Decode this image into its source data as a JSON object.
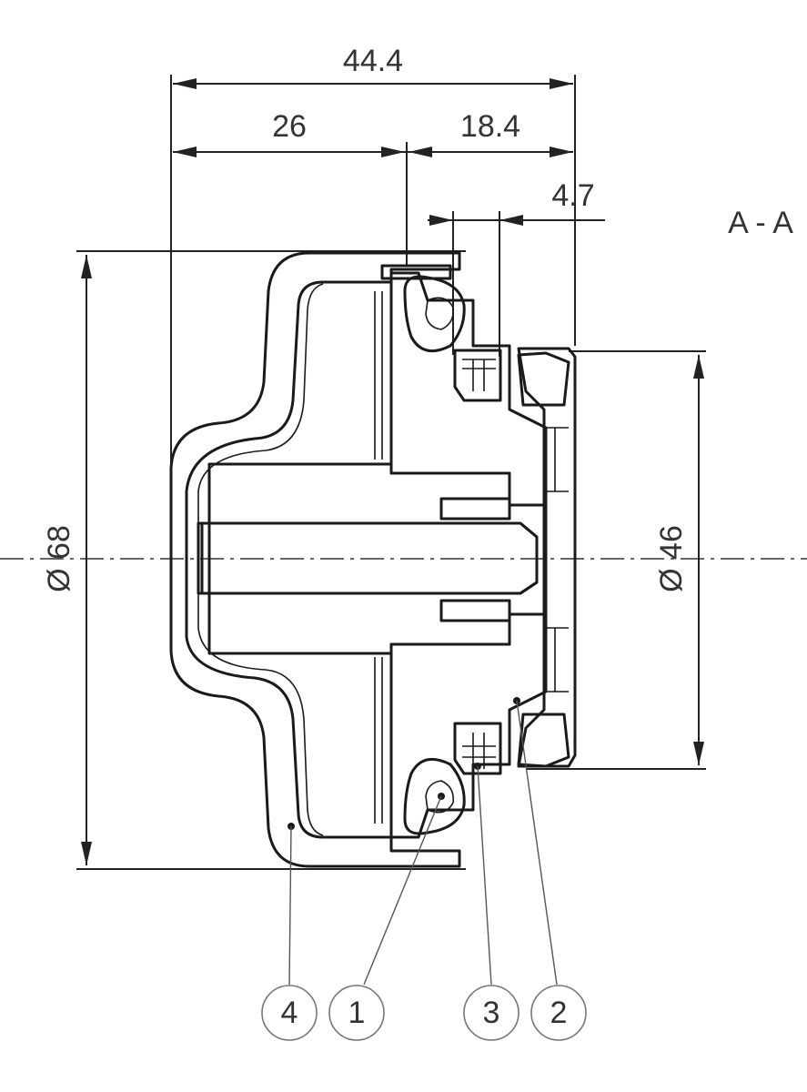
{
  "section_label": "A - A",
  "dimensions": {
    "overall_length": "44.4",
    "left_length": "26",
    "right_length": "18.4",
    "small_offset": "4.7",
    "outer_diameter": "Ø 68",
    "inner_diameter": "Ø 46"
  },
  "balloons": [
    "4",
    "1",
    "3",
    "2"
  ]
}
